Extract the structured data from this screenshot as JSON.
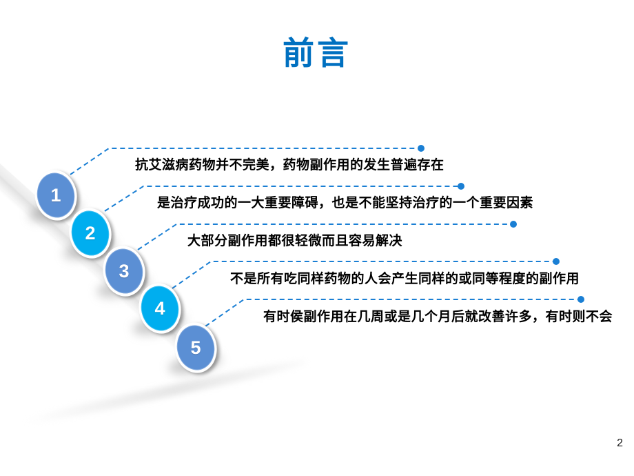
{
  "slide": {
    "title": "前言",
    "page_number": "2",
    "title_color": "#0070c0",
    "background_color": "#ffffff",
    "connector_color": "#1a7fd4",
    "text_color": "#000000"
  },
  "steps": [
    {
      "number": "1",
      "text": "抗艾滋病药物并不完美，药物副作用的发生普遍存在",
      "color": "#5b8fd4"
    },
    {
      "number": "2",
      "text": "是治疗成功的一大重要障碍，也是不能坚持治疗的一个重要因素",
      "color": "#00aeef"
    },
    {
      "number": "3",
      "text": "大部分副作用都很轻微而且容易解决",
      "color": "#5b8fd4"
    },
    {
      "number": "4",
      "text": "不是所有吃同样药物的人会产生同样的或同等程度的副作用",
      "color": "#00aeef"
    },
    {
      "number": "5",
      "text": "有时侯副作用在几周或是几个月后就改善许多，有时则不会",
      "color": "#5b8fd4"
    }
  ]
}
